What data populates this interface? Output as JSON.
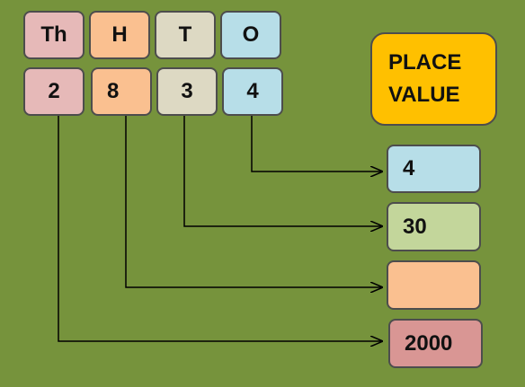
{
  "headers": [
    {
      "label": "Th",
      "color": "#e6b9b8"
    },
    {
      "label": "H",
      "color": "#fac090"
    },
    {
      "label": "T",
      "color": "#ddd9c3"
    },
    {
      "label": "O",
      "color": "#b7dee8"
    }
  ],
  "digits": [
    {
      "value": "2",
      "color": "#e6b9b8"
    },
    {
      "value": "8",
      "color": "#fac090"
    },
    {
      "value": "3",
      "color": "#ddd9c3"
    },
    {
      "value": "4",
      "color": "#b7dee8"
    }
  ],
  "place_value": {
    "line1": "PLACE",
    "line2": "VALUE",
    "color": "#ffc000"
  },
  "results": [
    {
      "value": "4",
      "color": "#b7dee8"
    },
    {
      "value": "30",
      "color": "#c3d69b"
    },
    {
      "value": "",
      "color": "#fac090"
    },
    {
      "value": "2000",
      "color": "#d99694"
    }
  ],
  "colors": {
    "background": "#76933c",
    "line": "#000000"
  }
}
